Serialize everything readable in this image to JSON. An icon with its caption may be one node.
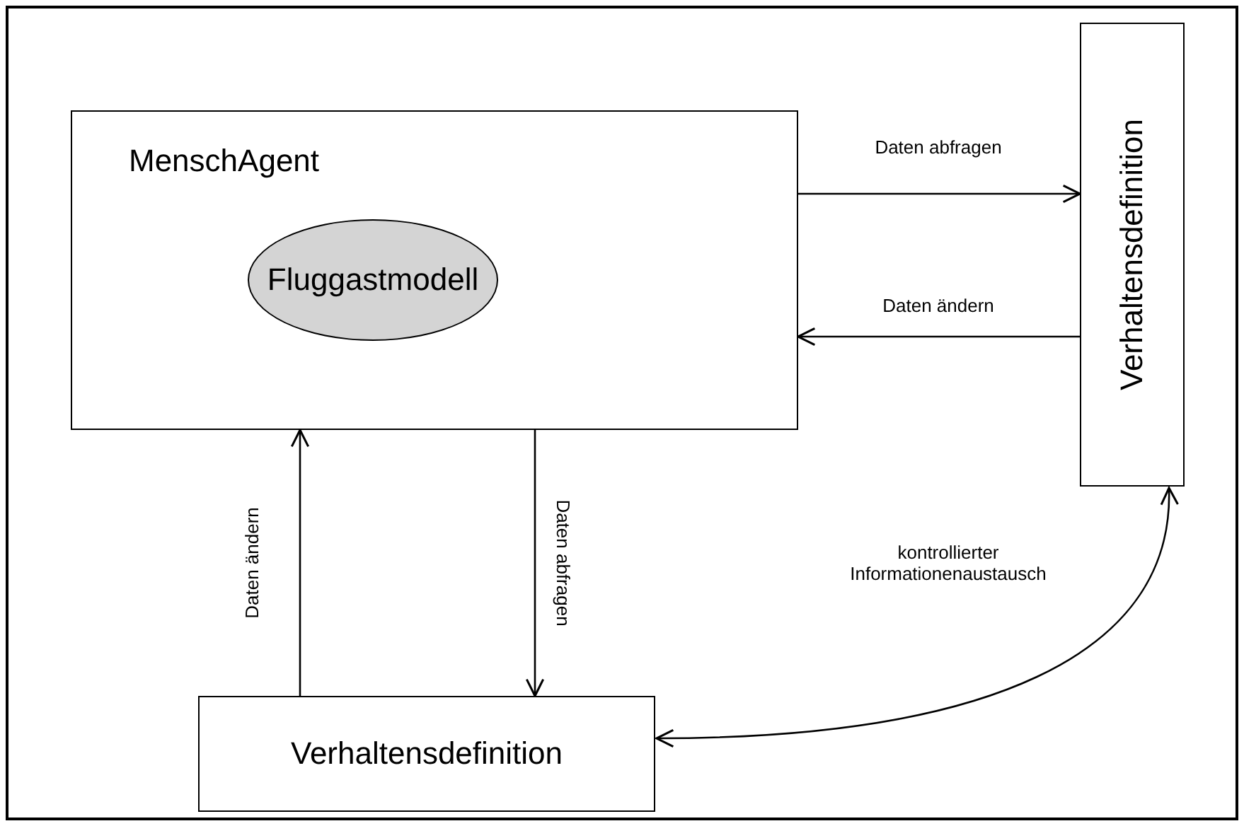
{
  "diagram": {
    "nodes": [
      {
        "text": [
          "MenschAgent"
        ]
      },
      {
        "text": [
          "Fluggastmodell"
        ],
        "in": 0
      },
      {
        "text": [
          "Verhaltensdefinition"
        ]
      },
      {
        "text": [
          "Verhaltensdefinition"
        ]
      }
    ],
    "edges": [
      {
        "from": 0,
        "to": 2,
        "arrow": "to",
        "label": "Daten abfragen"
      },
      {
        "from": 2,
        "to": 0,
        "arrow": "to",
        "label": "Daten ändern"
      },
      {
        "from": 3,
        "to": 0,
        "arrow": "to",
        "label": "Daten ändern"
      },
      {
        "from": 0,
        "to": 3,
        "arrow": "to",
        "label": "Daten abfragen"
      },
      {
        "from": 3,
        "to": 2,
        "arrow": "both",
        "label": "kontrollierter Informationenaustausch"
      }
    ]
  }
}
